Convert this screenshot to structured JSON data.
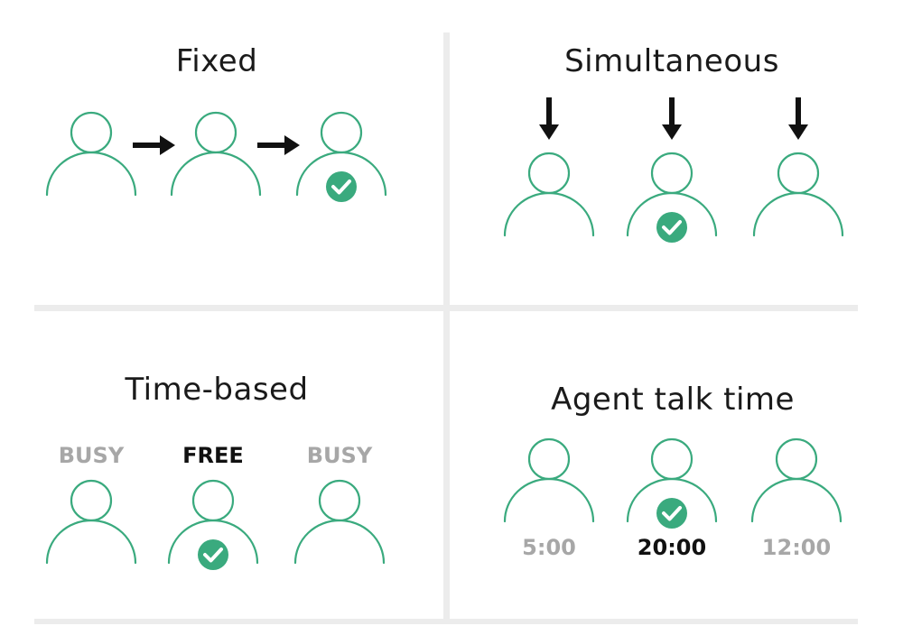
{
  "colors": {
    "accent": "#3aaa7e",
    "arrow": "#111111",
    "busy_text": "#a7a7a7",
    "free_text": "#111111",
    "divider": "#ececec"
  },
  "panels": {
    "fixed": {
      "title": "Fixed",
      "agents": [
        {
          "selected": false
        },
        {
          "selected": false
        },
        {
          "selected": true
        }
      ],
      "arrow_icon": "arrow-right-icon"
    },
    "simultaneous": {
      "title": "Simultaneous",
      "agents": [
        {
          "selected": false
        },
        {
          "selected": true
        },
        {
          "selected": false
        }
      ],
      "arrow_icon": "arrow-down-icon"
    },
    "time_based": {
      "title": "Time-based",
      "agents": [
        {
          "status": "BUSY",
          "selected": false
        },
        {
          "status": "FREE",
          "selected": true
        },
        {
          "status": "BUSY",
          "selected": false
        }
      ]
    },
    "agent_talk_time": {
      "title": "Agent talk time",
      "agents": [
        {
          "talk_time": "5:00",
          "selected": false
        },
        {
          "talk_time": "20:00",
          "selected": true
        },
        {
          "talk_time": "12:00",
          "selected": false
        }
      ]
    }
  },
  "icons": {
    "person": "person-outline-icon",
    "check": "check-circle-icon"
  }
}
